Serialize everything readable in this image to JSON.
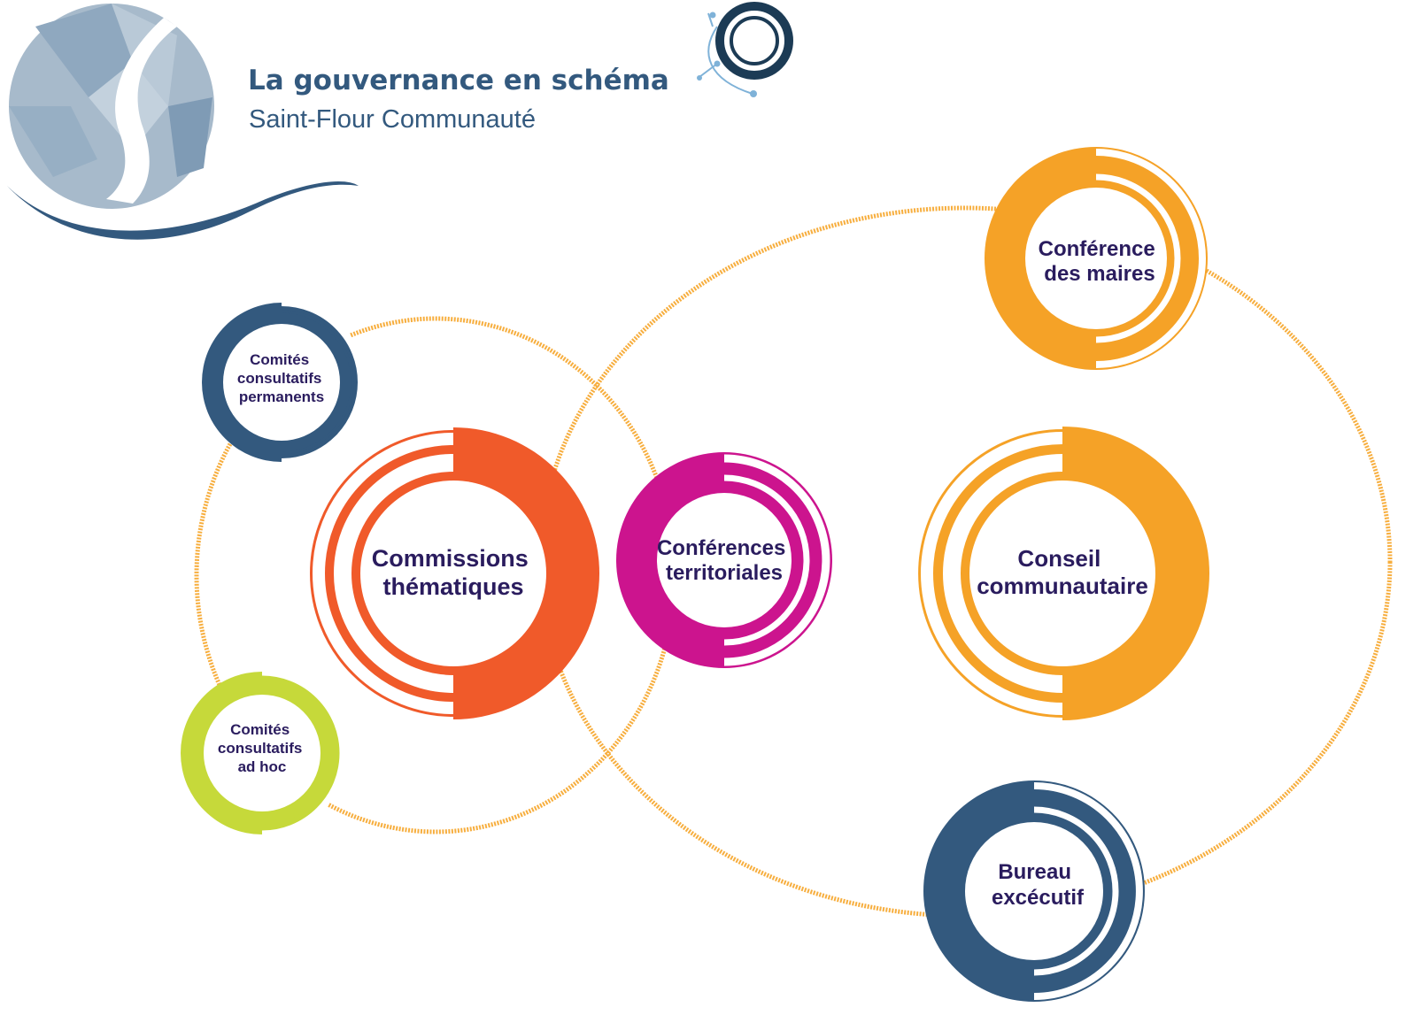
{
  "header": {
    "title": "La gouvernance en schéma",
    "subtitle": "Saint-Flour Communauté"
  },
  "colors": {
    "navy": "#33597e",
    "orange_red": "#f05a2a",
    "magenta": "#cc148e",
    "lime": "#c6d93a",
    "amber": "#f5a227",
    "ellipse_stroke": "#f7ae3e",
    "label_text": "#2a1c5e"
  },
  "nodes": {
    "comites_permanents": {
      "lines": [
        "Comités",
        "consultatifs",
        "permanents"
      ],
      "color": "navy"
    },
    "commissions": {
      "lines": [
        "Commissions",
        "thématiques"
      ],
      "color": "orange_red"
    },
    "conferences_territoriales": {
      "lines": [
        "Conférences",
        "territoriales"
      ],
      "color": "magenta"
    },
    "comites_adhoc": {
      "lines": [
        "Comités",
        "consultatifs",
        "ad hoc"
      ],
      "color": "lime"
    },
    "conference_maires": {
      "lines": [
        "Conférence",
        "des maires"
      ],
      "color": "amber"
    },
    "conseil": {
      "lines": [
        "Conseil",
        "communautaire"
      ],
      "color": "amber"
    },
    "bureau": {
      "lines": [
        "Bureau",
        "excécutif"
      ],
      "color": "navy"
    }
  },
  "icons": {
    "logo": "saint-flour-logo-icon",
    "ring": "ring-network-icon"
  }
}
